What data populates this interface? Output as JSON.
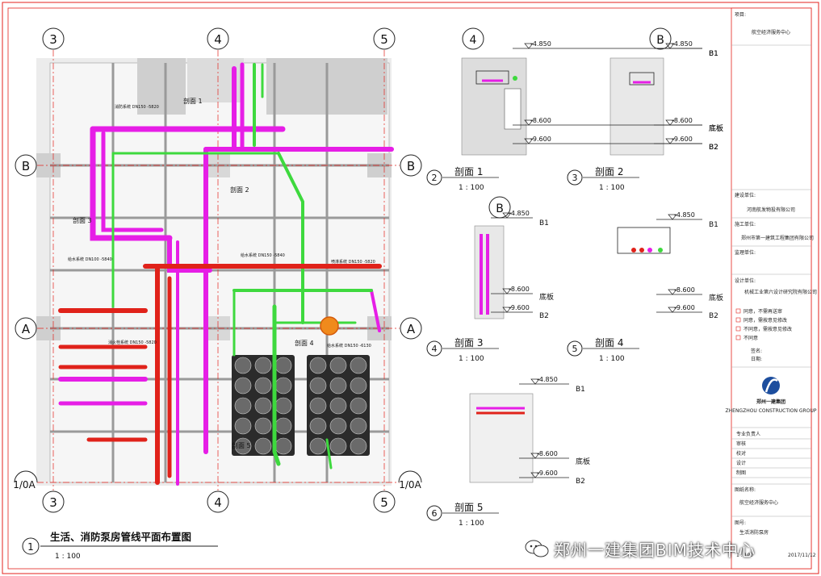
{
  "main_plan": {
    "title": "生活、消防泵房管线平面布置图",
    "scale": "1 : 100",
    "number": "1",
    "grid_top": [
      "3",
      "4",
      "5"
    ],
    "grid_bottom": [
      "3",
      "4",
      "5"
    ],
    "grid_side": [
      "B",
      "A"
    ],
    "grid_corner": "1/0A",
    "section_marks": [
      "剖面 1",
      "剖面 2",
      "剖面 3",
      "剖面 4",
      "剖面 5"
    ],
    "pipe_labels": [
      "消防系统 DN150 -5820",
      "给水系统 DN150 -5840",
      "喷淋系统 DN150 -5820",
      "消火栓系统 DN150 -5820",
      "给水系统 DN150 -6130",
      "给水系统 DN100 -5840"
    ]
  },
  "sections": [
    {
      "number": "2",
      "title": "剖面 1",
      "scale": "1 : 100",
      "grid": "4",
      "levels": [
        "-4.850",
        "-8.600",
        "-9.600"
      ],
      "level_tags": [
        "B1",
        "底板",
        "B2"
      ]
    },
    {
      "number": "3",
      "title": "剖面 2",
      "scale": "1 : 100",
      "grid": "B",
      "levels": [
        "-4.850",
        "-8.600",
        "-9.600"
      ],
      "level_tags": [
        "B1",
        "底板",
        "B2"
      ]
    },
    {
      "number": "4",
      "title": "剖面 3",
      "scale": "1 : 100",
      "grid": "B",
      "levels": [
        "-4.850",
        "-8.600",
        "-9.600"
      ],
      "level_tags": [
        "B1",
        "底板",
        "B2"
      ]
    },
    {
      "number": "5",
      "title": "剖面 4",
      "scale": "1 : 100",
      "grid": "",
      "levels": [
        "-4.850",
        "-8.600",
        "-9.600"
      ],
      "level_tags": [
        "B1",
        "底板",
        "B2"
      ]
    },
    {
      "number": "6",
      "title": "剖面 5",
      "scale": "1 : 100",
      "grid": "",
      "levels": [
        "-4.850",
        "-8.600",
        "-9.600"
      ],
      "level_tags": [
        "B1",
        "底板",
        "B2"
      ]
    }
  ],
  "title_block": {
    "project_label": "项目:",
    "project_name": "航空经济服务中心",
    "owner_label": "建设单位:",
    "owner_name": "河南航发物投有限公司",
    "contractor_label": "施工单位:",
    "contractor_name": "郑州市第一建筑工程集团有限公司",
    "supervisor_label": "监理单位:",
    "designer_label": "设计单位:",
    "designer_name": "机械工业第六设计研究院有限公司",
    "revision_lines": [
      "同意，不需再送审",
      "同意，需按意见修改",
      "不同意，需按意见修改",
      "不同意"
    ],
    "sign_label": "签名:",
    "date_label": "日期:",
    "company_name": "郑州一建集团",
    "company_en": "ZHENGZHOU CONSTRUCTION GROUP",
    "roles": [
      "专业负责人",
      "审核",
      "校对",
      "设计",
      "制图"
    ],
    "drawing_label": "图纸名称:",
    "drawing_name": "航空经济服务中心",
    "drawing_no_label": "图号:",
    "drawing_no": "生活消防泵房",
    "footer_scale": "1 : 100",
    "footer_date": "2017/11/12"
  },
  "watermark": {
    "text": "郑州一建集团BIM技术中心"
  },
  "colors": {
    "frame": "#e3221c",
    "magenta": "#e61ee6",
    "green": "#3ed93e",
    "red_pipe": "#e0221a",
    "wall": "#cfcfcf"
  }
}
